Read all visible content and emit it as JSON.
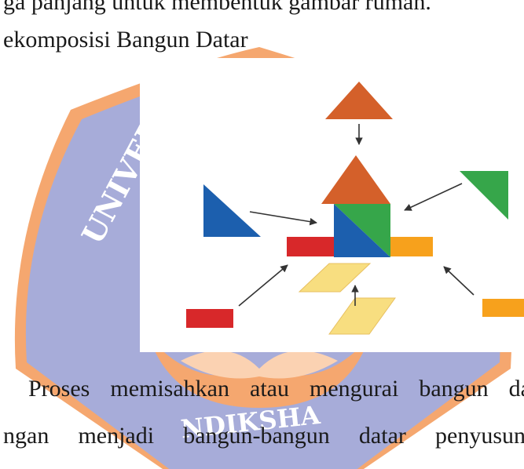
{
  "page": {
    "top_line": "ga panjang untuk membentuk gambar rumah.",
    "section_heading": "ekomposisi Bangun Datar",
    "paragraph_line1": [
      "Proses",
      "memisahkan",
      "atau",
      "mengurai",
      "bangun",
      "da"
    ],
    "paragraph_line2": [
      "ngan",
      "menjadi",
      "bangun-bangun",
      "datar",
      "penyusunn"
    ]
  },
  "watermark": {
    "arc_text": "UNIVERSITAS",
    "bottom_text": "NDIKSHA",
    "colors": {
      "blue": "#a7acd9",
      "orange": "#f5a76f"
    }
  },
  "figure": {
    "colors": {
      "orange_triangle": "#d4602a",
      "green_triangle": "#36a64a",
      "blue_triangle": "#1c5fae",
      "red_rect": "#d8282a",
      "orange_rect": "#f7a11c",
      "yellow_parallelogram": "#f8de80",
      "arrow": "#333333"
    }
  }
}
